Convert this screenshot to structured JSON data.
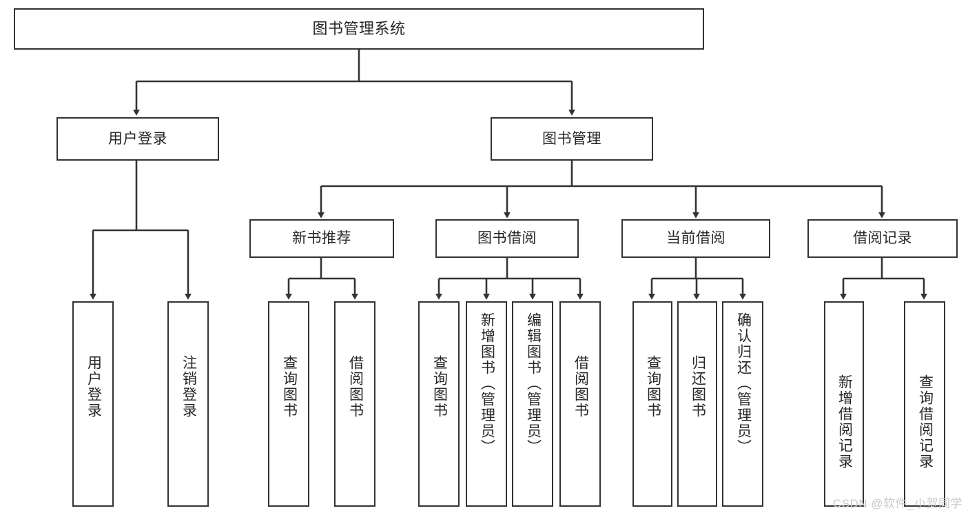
{
  "diagram": {
    "title": "图书管理系统",
    "watermark": "CSDN @软件_小贺同学",
    "stroke_color": "#333333",
    "text_color": "#262626",
    "background_color": "#ffffff",
    "watermark_color": "#c8c8c8",
    "root": {
      "label": "图书管理系统"
    },
    "level1": [
      {
        "label": "用户登录"
      },
      {
        "label": "图书管理"
      }
    ],
    "level2": [
      {
        "label": "新书推荐"
      },
      {
        "label": "图书借阅"
      },
      {
        "label": "当前借阅"
      },
      {
        "label": "借阅记录"
      }
    ],
    "leaves": {
      "user_login": [
        {
          "label": "用户登录"
        },
        {
          "label": "注销登录"
        }
      ],
      "new_book": [
        {
          "label": "查询图书"
        },
        {
          "label": "借阅图书"
        }
      ],
      "book_borrow": [
        {
          "label": "查询图书"
        },
        {
          "label": "新增图书（管理员）"
        },
        {
          "label": "编辑图书（管理员）"
        },
        {
          "label": "借阅图书"
        }
      ],
      "current_borrow": [
        {
          "label": "查询图书"
        },
        {
          "label": "归还图书"
        },
        {
          "label": "确认归还（管理员）"
        }
      ],
      "borrow_record": [
        {
          "label": "新增借阅记录"
        },
        {
          "label": "查询借阅记录"
        }
      ]
    }
  }
}
